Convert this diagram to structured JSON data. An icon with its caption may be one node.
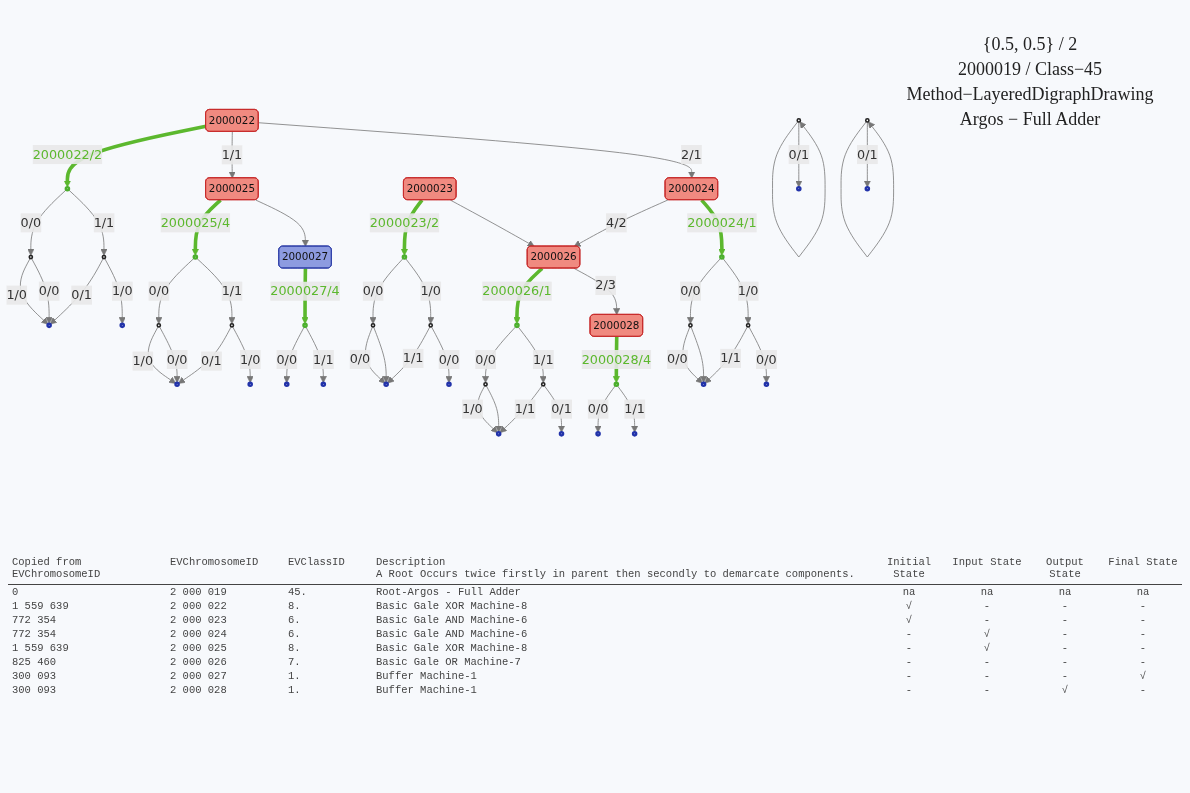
{
  "diagram": {
    "nodes": [
      {
        "text": [
          "2000022"
        ]
      },
      {
        "text": [],
        "shape": "circle"
      },
      {
        "text": [],
        "shape": "circle"
      },
      {
        "text": [],
        "shape": "circle"
      },
      {
        "text": [],
        "shape": "circle"
      },
      {
        "text": [],
        "shape": "circle"
      },
      {
        "text": [
          "2000025"
        ]
      },
      {
        "text": [],
        "shape": "circle"
      },
      {
        "text": [],
        "shape": "circle"
      },
      {
        "text": [],
        "shape": "circle"
      },
      {
        "text": [],
        "shape": "circle"
      },
      {
        "text": [],
        "shape": "circle"
      },
      {
        "text": [
          "2000027"
        ]
      },
      {
        "text": [],
        "shape": "circle"
      },
      {
        "text": [],
        "shape": "circle"
      },
      {
        "text": [],
        "shape": "circle"
      },
      {
        "text": [
          "2000023"
        ]
      },
      {
        "text": [
          "2000024"
        ]
      },
      {
        "text": [],
        "shape": "circle"
      },
      {
        "text": [],
        "shape": "circle"
      },
      {
        "text": [],
        "shape": "circle"
      },
      {
        "text": [],
        "shape": "circle"
      },
      {
        "text": [],
        "shape": "circle"
      },
      {
        "text": [
          "2000026"
        ]
      },
      {
        "text": [],
        "shape": "circle"
      },
      {
        "text": [],
        "shape": "circle"
      },
      {
        "text": [],
        "shape": "circle"
      },
      {
        "text": [],
        "shape": "circle"
      },
      {
        "text": [],
        "shape": "circle"
      },
      {
        "text": [
          "2000028"
        ]
      },
      {
        "text": [],
        "shape": "circle"
      },
      {
        "text": [],
        "shape": "circle"
      },
      {
        "text": [],
        "shape": "circle"
      },
      {
        "text": [],
        "shape": "circle"
      },
      {
        "text": [],
        "shape": "circle"
      },
      {
        "text": [],
        "shape": "circle"
      },
      {
        "text": [],
        "shape": "circle"
      },
      {
        "text": [],
        "shape": "circle"
      },
      {
        "text": [],
        "shape": "circle"
      },
      {
        "text": [],
        "shape": "circle"
      },
      {
        "text": [],
        "shape": "circle"
      },
      {
        "text": [],
        "shape": "circle"
      }
    ],
    "edges": [
      {
        "from": 0,
        "to": 1,
        "arrow": "to",
        "label": "2000022/2",
        "style": "thick",
        "color": "#5cb82e"
      },
      {
        "from": 0,
        "to": 6,
        "arrow": "to",
        "label": "1/1"
      },
      {
        "from": 0,
        "to": 17,
        "arrow": "to",
        "label": "2/1"
      },
      {
        "from": 1,
        "to": 2,
        "arrow": "to",
        "label": "0/0"
      },
      {
        "from": 1,
        "to": 3,
        "arrow": "to",
        "label": "1/1"
      },
      {
        "from": 2,
        "to": 4,
        "arrow": "to",
        "label": "1/0"
      },
      {
        "from": 2,
        "to": 4,
        "arrow": "to",
        "label": "0/0"
      },
      {
        "from": 3,
        "to": 4,
        "arrow": "to",
        "label": "0/1"
      },
      {
        "from": 3,
        "to": 5,
        "arrow": "to",
        "label": "1/0"
      },
      {
        "from": 6,
        "to": 7,
        "arrow": "to",
        "label": "2000025/4",
        "style": "thick",
        "color": "#5cb82e"
      },
      {
        "from": 6,
        "to": 12,
        "arrow": "to"
      },
      {
        "from": 7,
        "to": 8,
        "arrow": "to",
        "label": "0/0"
      },
      {
        "from": 7,
        "to": 9,
        "arrow": "to",
        "label": "1/1"
      },
      {
        "from": 8,
        "to": 10,
        "arrow": "to",
        "label": "1/0"
      },
      {
        "from": 8,
        "to": 10,
        "arrow": "to",
        "label": "0/0"
      },
      {
        "from": 9,
        "to": 10,
        "arrow": "to",
        "label": "0/1"
      },
      {
        "from": 9,
        "to": 11,
        "arrow": "to",
        "label": "1/0"
      },
      {
        "from": 12,
        "to": 13,
        "arrow": "to",
        "label": "2000027/4",
        "style": "thick",
        "color": "#5cb82e"
      },
      {
        "from": 13,
        "to": 14,
        "arrow": "to",
        "label": "0/0"
      },
      {
        "from": 13,
        "to": 15,
        "arrow": "to",
        "label": "1/1"
      },
      {
        "from": 16,
        "to": 18,
        "arrow": "to",
        "label": "2000023/2",
        "style": "thick",
        "color": "#5cb82e"
      },
      {
        "from": 16,
        "to": 23,
        "arrow": "to"
      },
      {
        "from": 17,
        "to": 23,
        "arrow": "to",
        "label": "4/2"
      },
      {
        "from": 17,
        "to": 33,
        "arrow": "to",
        "label": "2000024/1",
        "style": "thick",
        "color": "#5cb82e"
      },
      {
        "from": 18,
        "to": 19,
        "arrow": "to",
        "label": "0/0"
      },
      {
        "from": 18,
        "to": 20,
        "arrow": "to",
        "label": "1/0"
      },
      {
        "from": 19,
        "to": 21,
        "arrow": "to",
        "label": "0/0"
      },
      {
        "from": 19,
        "to": 21,
        "arrow": "to"
      },
      {
        "from": 20,
        "to": 21,
        "arrow": "to",
        "label": "1/1"
      },
      {
        "from": 20,
        "to": 22,
        "arrow": "to",
        "label": "0/0"
      },
      {
        "from": 23,
        "to": 24,
        "arrow": "to",
        "label": "2000026/1",
        "style": "thick",
        "color": "#5cb82e"
      },
      {
        "from": 23,
        "to": 29,
        "arrow": "to",
        "label": "2/3"
      },
      {
        "from": 24,
        "to": 25,
        "arrow": "to",
        "label": "0/0"
      },
      {
        "from": 24,
        "to": 26,
        "arrow": "to",
        "label": "1/1"
      },
      {
        "from": 25,
        "to": 27,
        "arrow": "to",
        "label": "1/0"
      },
      {
        "from": 25,
        "to": 27,
        "arrow": "to"
      },
      {
        "from": 26,
        "to": 27,
        "arrow": "to",
        "label": "1/1"
      },
      {
        "from": 26,
        "to": 28,
        "arrow": "to",
        "label": "0/1"
      },
      {
        "from": 29,
        "to": 30,
        "arrow": "to",
        "label": "2000028/4",
        "style": "thick",
        "color": "#5cb82e"
      },
      {
        "from": 30,
        "to": 31,
        "arrow": "to",
        "label": "0/0"
      },
      {
        "from": 30,
        "to": 32,
        "arrow": "to",
        "label": "1/1"
      },
      {
        "from": 33,
        "to": 34,
        "arrow": "to",
        "label": "0/0"
      },
      {
        "from": 33,
        "to": 35,
        "arrow": "to",
        "label": "1/0"
      },
      {
        "from": 34,
        "to": 36,
        "arrow": "to",
        "label": "0/0"
      },
      {
        "from": 34,
        "to": 36,
        "arrow": "to"
      },
      {
        "from": 35,
        "to": 36,
        "arrow": "to",
        "label": "1/1"
      },
      {
        "from": 35,
        "to": 37,
        "arrow": "to",
        "label": "0/0"
      },
      {
        "from": 38,
        "to": 38,
        "arrow": "to"
      },
      {
        "from": 38,
        "to": 39,
        "arrow": "to",
        "label": "0/1"
      },
      {
        "from": 40,
        "to": 40,
        "arrow": "to"
      },
      {
        "from": 40,
        "to": 41,
        "arrow": "to",
        "label": "0/1"
      }
    ],
    "labels": [
      "{0.5, 0.5} / 2",
      "2000019 / Class−45",
      "Method−LayeredDigraphDrawing",
      "Argos − Full Adder",
      "Copied from EVChromosomeID",
      "EVChromosomeID",
      "EVClassID",
      "Description",
      "A Root Occurs twice firstly in parent then secondly to demarcate components.",
      "Initial State",
      "Input State",
      "Output State",
      "Final State",
      "0",
      "2 000 019",
      "45.",
      "Root-Argos - Full Adder",
      "na",
      "na",
      "na",
      "na",
      "1 559 639",
      "2 000 022",
      "8.",
      "Basic Gale XOR Machine-8",
      "√",
      "-",
      "-",
      "-",
      "772 354",
      "2 000 023",
      "6.",
      "Basic Gale AND Machine-6",
      "√",
      "-",
      "-",
      "-",
      "772 354",
      "2 000 024",
      "6.",
      "Basic Gale AND Machine-6",
      "-",
      "√",
      "-",
      "-",
      "1 559 639",
      "2 000 025",
      "8.",
      "Basic Gale XOR Machine-8",
      "-",
      "√",
      "-",
      "-",
      "825 460",
      "2 000 026",
      "7.",
      "Basic Gale OR Machine-7",
      "-",
      "-",
      "-",
      "-",
      "300 093",
      "2 000 027",
      "1.",
      "Buffer Machine-1",
      "-",
      "-",
      "-",
      "√",
      "300 093",
      "2 000 028",
      "1.",
      "Buffer Machine-1",
      "-",
      "-",
      "√",
      "-"
    ]
  }
}
